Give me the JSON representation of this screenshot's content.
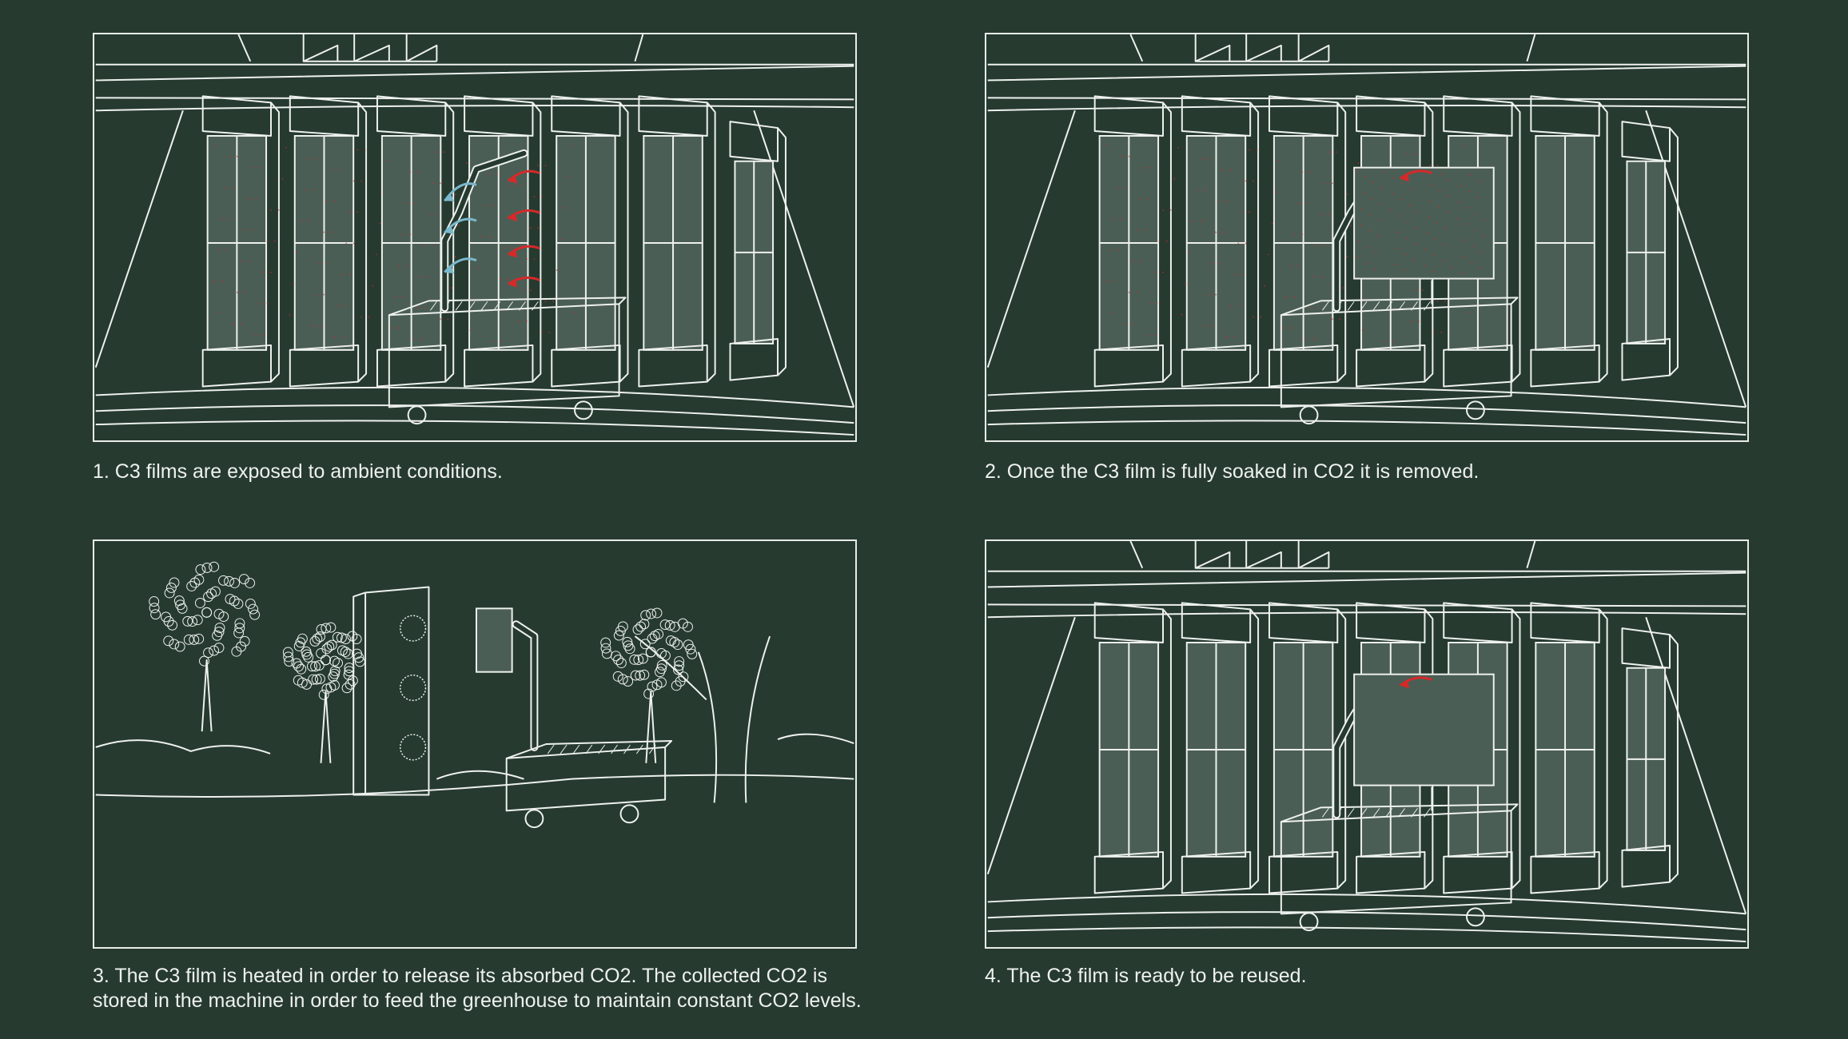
{
  "steps": [
    {
      "caption": "1. C3 films are exposed to ambient conditions."
    },
    {
      "caption": "2. Once the C3 film is fully soaked in CO2 it is removed."
    },
    {
      "caption": "3. The C3 film is heated in order to release its absorbed CO2. The collected CO2 is\nstored in the machine in order to feed the greenhouse to maintain constant CO2 levels."
    },
    {
      "caption": "4. The C3 film is ready to be reused."
    }
  ],
  "colors": {
    "background": "#263a30",
    "line": "#eef1ee",
    "co2_arrow": "#d42a2a",
    "air_arrow": "#7ab8cc",
    "film": "#4b5e55"
  }
}
